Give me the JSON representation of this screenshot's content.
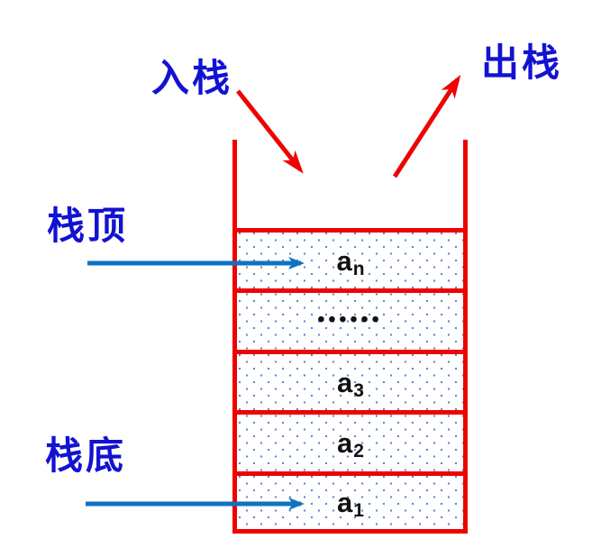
{
  "diagram": {
    "labels": {
      "push": "入栈",
      "pop": "出栈",
      "top": "栈顶",
      "bottom": "栈底"
    },
    "stack": {
      "cells": [
        {
          "main": "a",
          "sub": "n"
        },
        {
          "main": "••••••",
          "sub": ""
        },
        {
          "main": "a",
          "sub": "3"
        },
        {
          "main": "a",
          "sub": "2"
        },
        {
          "main": "a",
          "sub": "1"
        }
      ]
    }
  },
  "colors": {
    "red": "#ee0202",
    "label_blue": "#1212d2",
    "arrow_blue": "#0f72c0",
    "dot_blue": "#5b8ac2",
    "element_text": "#111111"
  }
}
